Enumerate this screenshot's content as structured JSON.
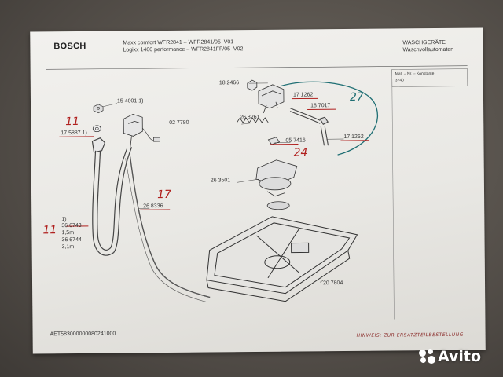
{
  "header": {
    "brand": "BOSCH",
    "model_line_1": "Maxx comfort WFR2841 – WFR2841/05–V01",
    "model_line_2": "Logixx 1400 performance – WFR2841FF/05–V02",
    "category_1": "WASCHGERÄTE",
    "category_2": "Waschvollautomaten"
  },
  "side_box": {
    "line_1": "Mat. – Nr. – Konstante",
    "line_2": "3740"
  },
  "parts": {
    "p154001": "15 4001 1)",
    "p175887": "17 5887 1)",
    "p027780": "02 7780",
    "p182466": "18 2466",
    "p171262a": "17 1262",
    "p187017": "18 7017",
    "p268261": "26 8261",
    "p171262b": "17 1262",
    "p057416": "05 7416",
    "p263501": "26 3501",
    "p268336": "26 8336",
    "note1": "1)",
    "p366743": "36 6743",
    "len1": "1,5m",
    "p366744": "36 6744",
    "len2": "3,1m",
    "p207804": "20 7804"
  },
  "handwritten": {
    "h11a": "11",
    "h11b": "11",
    "h17": "17",
    "h27": "27",
    "h24": "24"
  },
  "footer": {
    "code": "AET583000000080241000",
    "print_note": "HINWEIS: ZUR ERSATZTEILBESTELLUNG"
  },
  "watermark": {
    "text": "Avito"
  },
  "colors": {
    "ink": "#333333",
    "handwriting": "#b0201e",
    "sheet": "#efeeeb"
  }
}
